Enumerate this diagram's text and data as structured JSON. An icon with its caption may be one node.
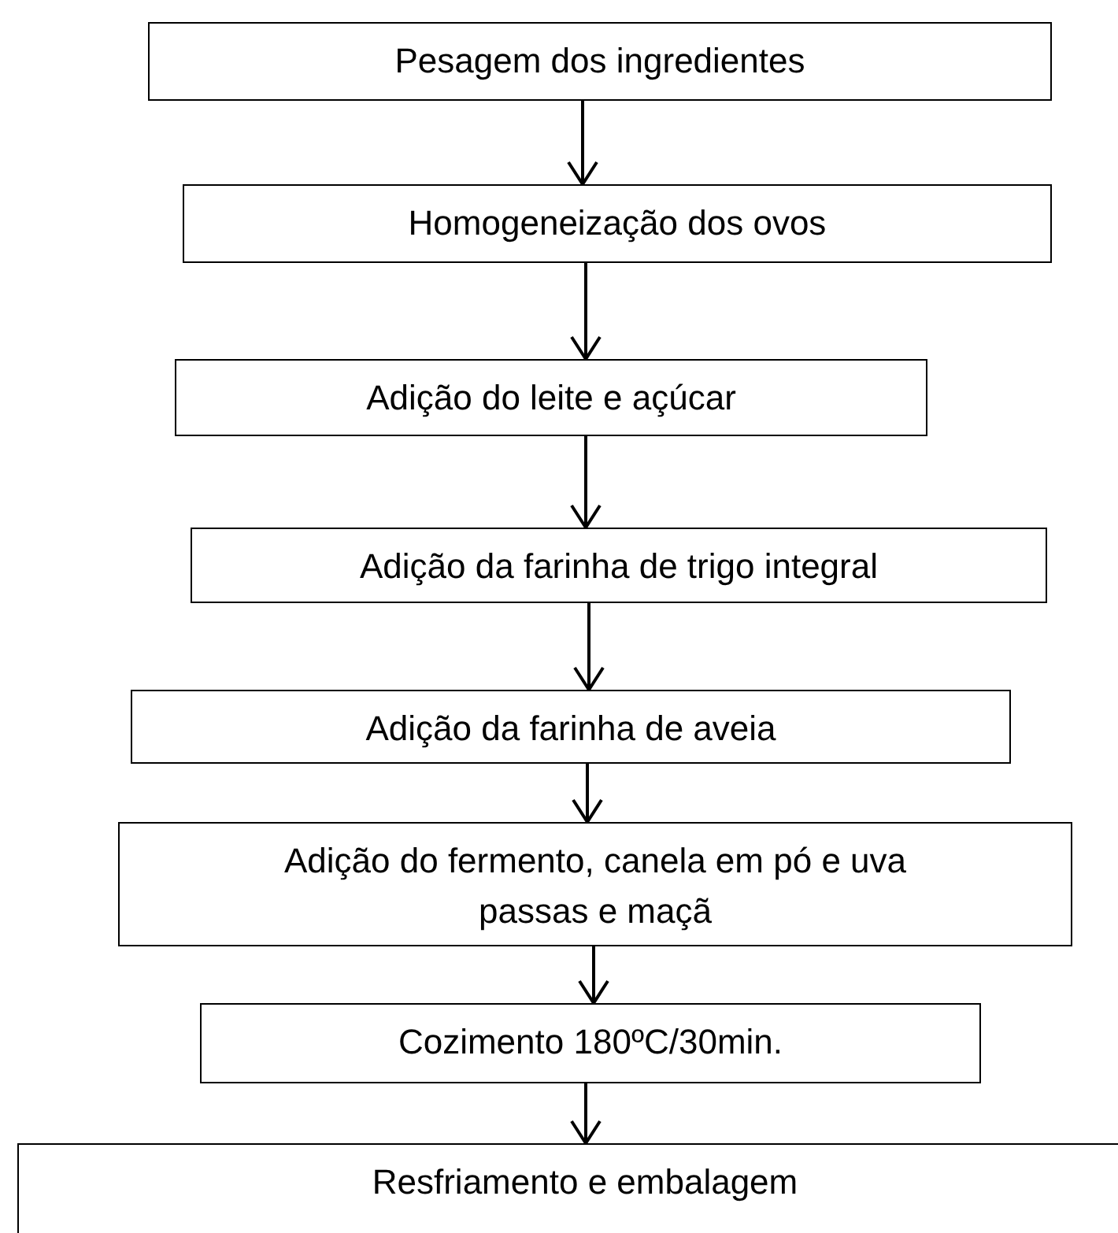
{
  "diagram": {
    "nodes": [
      {
        "text": [
          "Pesagem dos ingredientes"
        ]
      },
      {
        "text": [
          "Homogeneização dos ovos"
        ]
      },
      {
        "text": [
          "Adição do leite e açúcar"
        ]
      },
      {
        "text": [
          "Adição da farinha de trigo integral"
        ]
      },
      {
        "text": [
          "Adição da farinha de aveia"
        ]
      },
      {
        "text": [
          "Adição do fermento, canela em pó e uva passas e maçã"
        ]
      },
      {
        "text": [
          "Cozimento 180ºC/30min."
        ]
      },
      {
        "text": [
          "Resfriamento e embalagem"
        ]
      }
    ],
    "edges": [
      {
        "from": 0,
        "to": 1,
        "arrow": "to"
      },
      {
        "from": 1,
        "to": 2,
        "arrow": "to"
      },
      {
        "from": 2,
        "to": 3,
        "arrow": "to"
      },
      {
        "from": 3,
        "to": 4,
        "arrow": "to"
      },
      {
        "from": 4,
        "to": 5,
        "arrow": "to"
      },
      {
        "from": 5,
        "to": 6,
        "arrow": "to"
      },
      {
        "from": 6,
        "to": 7,
        "arrow": "to"
      }
    ]
  }
}
